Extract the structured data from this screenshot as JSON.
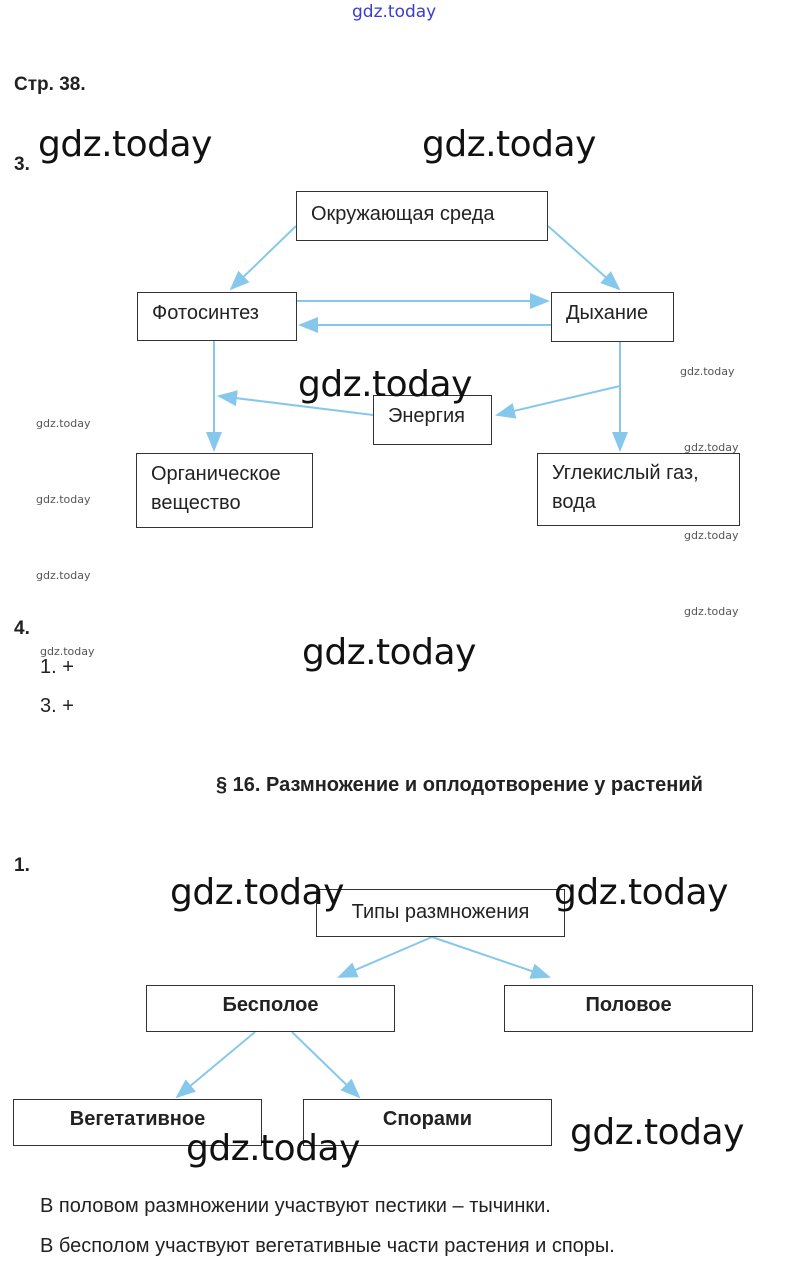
{
  "watermarks": {
    "top": "gdz.today",
    "large": "gdz.today",
    "small": "gdz.today"
  },
  "page_label": "Стр. 38.",
  "task3": {
    "number": "3.",
    "boxes": {
      "environment": "Окружающая среда",
      "photosynthesis": "Фотосинтез",
      "respiration": "Дыхание",
      "energy": "Энергия",
      "organic_1": "Органическое",
      "organic_2": "вещество",
      "co2_1": "Углекислый газ,",
      "co2_2": "вода"
    }
  },
  "task4": {
    "number": "4.",
    "items": [
      "1. +",
      "3. +"
    ]
  },
  "section_title": "§ 16. Размножение и оплодотворение у растений",
  "task1": {
    "number": "1.",
    "boxes": {
      "types": "Типы размножения",
      "asexual": "Бесполое",
      "sexual": "Половое",
      "vegetative": "Вегетативное",
      "spores": "Спорами"
    },
    "sentences": [
      "В половом размножении участвуют пестики – тычинки.",
      "В бесполом участвуют вегетативные части растения и споры."
    ]
  },
  "colors": {
    "arrow": "#86c8ec",
    "watermark_top": "#3a3ad6"
  }
}
